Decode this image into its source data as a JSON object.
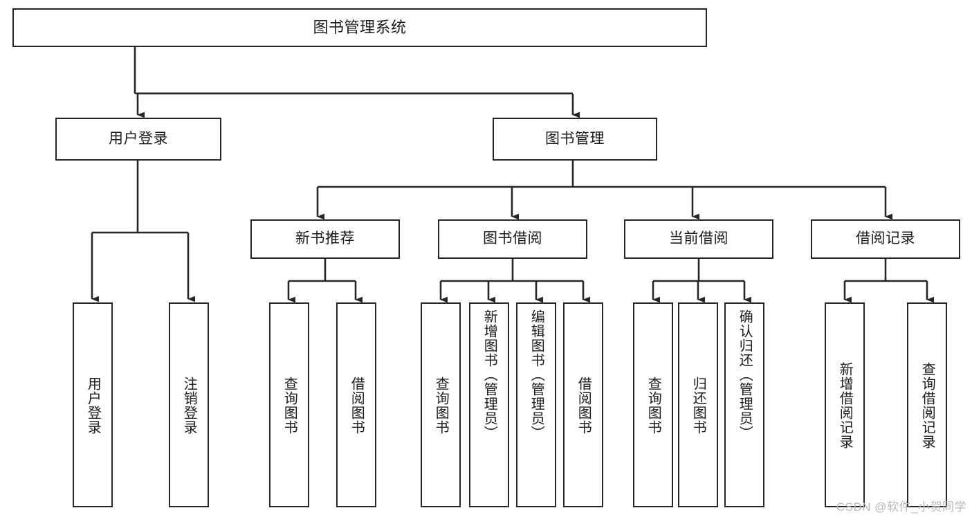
{
  "diagram": {
    "title": "图书管理系统",
    "type": "tree-hierarchy-chart",
    "watermark": "CSDN @软件_小贺同学",
    "colors": {
      "stroke": "#262626",
      "fill": "#ffffff",
      "text": "#1b1b1b",
      "watermark": "#b9b9b9"
    },
    "nodes": {
      "root": {
        "label": "图书管理系统"
      },
      "level2": [
        {
          "label": "用户登录"
        },
        {
          "label": "图书管理"
        }
      ],
      "level3": [
        {
          "label": "新书推荐"
        },
        {
          "label": "图书借阅"
        },
        {
          "label": "当前借阅"
        },
        {
          "label": "借阅记录"
        }
      ],
      "leaves": {
        "user_login": [
          {
            "label": "用户登录"
          },
          {
            "label": "注销登录"
          }
        ],
        "new_book_recommend": [
          {
            "label": "查询图书"
          },
          {
            "label": "借阅图书"
          }
        ],
        "book_borrow": [
          {
            "label": "查询图书"
          },
          {
            "label": "新增图书（管理员）"
          },
          {
            "label": "编辑图书（管理员）"
          },
          {
            "label": "借阅图书"
          }
        ],
        "current_borrow": [
          {
            "label": "查询图书"
          },
          {
            "label": "归还图书"
          },
          {
            "label": "确认归还（管理员）"
          }
        ],
        "borrow_record": [
          {
            "label": "新增借阅记录"
          },
          {
            "label": "查询借阅记录"
          }
        ]
      }
    }
  }
}
